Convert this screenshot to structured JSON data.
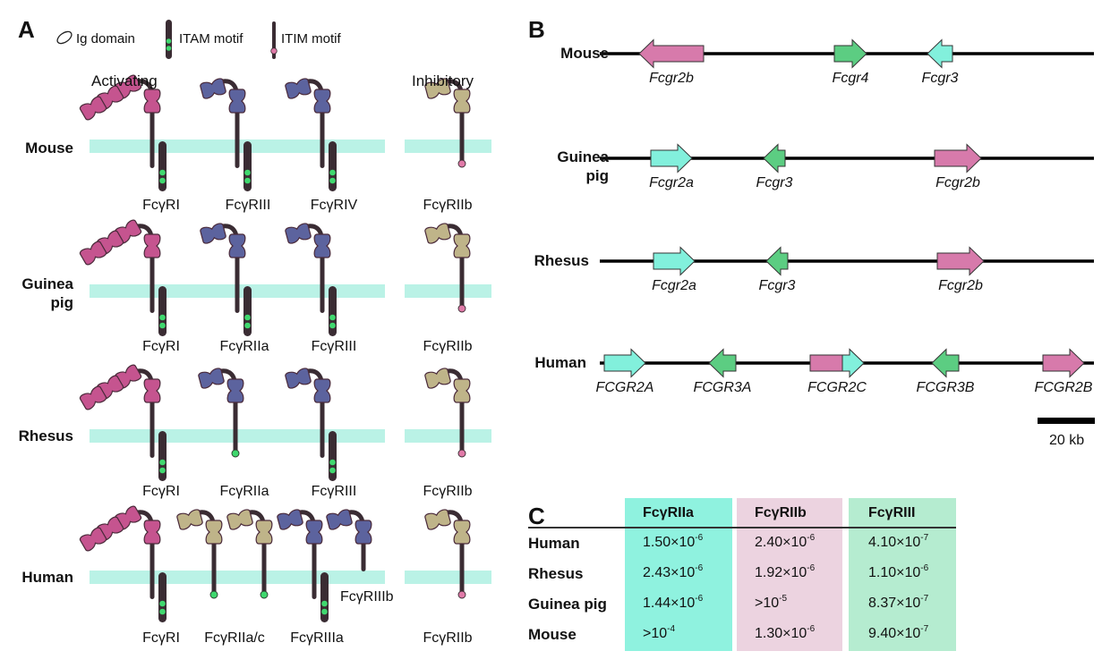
{
  "panelA": {
    "letter": "A",
    "legend": {
      "ig": "Ig domain",
      "itam": "ITAM motif",
      "itim": "ITIM motif"
    },
    "groups": {
      "activating": "Activating",
      "inhibitory": "Inhibitory"
    },
    "species": [
      {
        "name": "Mouse",
        "receptors": [
          "FcγRI",
          "FcγRIII",
          "FcγRIV",
          "FcγRIIb"
        ]
      },
      {
        "name": "Guinea pig",
        "line1": "Guinea",
        "line2": "pig",
        "receptors": [
          "FcγRI",
          "FcγRIIa",
          "FcγRIII",
          "FcγRIIb"
        ]
      },
      {
        "name": "Rhesus",
        "receptors": [
          "FcγRI",
          "FcγRIIa",
          "FcγRIII",
          "FcγRIIb"
        ]
      },
      {
        "name": "Human",
        "receptors": [
          "FcγRI",
          "FcγRIIa/c",
          "FcγRIIIa",
          "FcγRIIb"
        ],
        "extra": "FcγRIIIb"
      }
    ],
    "colors": {
      "membrane": "#aef0e2",
      "fcgr1": "#c5548f",
      "blue": "#5c639e",
      "tan": "#bfb489",
      "stalk": "#3a2c33",
      "itam": "#3fd86e",
      "itim": "#e07aa8"
    }
  },
  "panelB": {
    "letter": "B",
    "loci": [
      {
        "species": "Mouse",
        "genes": [
          {
            "name": "Fcgr2b",
            "dir": "left",
            "color": "#d77aab"
          },
          {
            "name": "Fcgr4",
            "dir": "right",
            "color": "#5ccd82"
          },
          {
            "name": "Fcgr3",
            "dir": "left",
            "color": "#82f0dc"
          }
        ]
      },
      {
        "species": "Guinea pig",
        "line1": "Guinea",
        "line2": "pig",
        "genes": [
          {
            "name": "Fcgr2a",
            "dir": "right",
            "color": "#82f0dc"
          },
          {
            "name": "Fcgr3",
            "dir": "left",
            "color": "#5ccd82"
          },
          {
            "name": "Fcgr2b",
            "dir": "right",
            "color": "#d77aab"
          }
        ]
      },
      {
        "species": "Rhesus",
        "genes": [
          {
            "name": "Fcgr2a",
            "dir": "right",
            "color": "#82f0dc"
          },
          {
            "name": "Fcgr3",
            "dir": "left",
            "color": "#5ccd82"
          },
          {
            "name": "Fcgr2b",
            "dir": "right",
            "color": "#d77aab"
          }
        ]
      },
      {
        "species": "Human",
        "genes": [
          {
            "name": "FCGR2A",
            "dir": "right",
            "color": "#82f0dc"
          },
          {
            "name": "FCGR3A",
            "dir": "left",
            "color": "#5ccd82"
          },
          {
            "name": "FCGR2C",
            "dir": "right",
            "color": "#d77aab",
            "tip_color": "#82f0dc"
          },
          {
            "name": "FCGR3B",
            "dir": "left",
            "color": "#5ccd82"
          },
          {
            "name": "FCGR2B",
            "dir": "right",
            "color": "#d77aab"
          }
        ]
      }
    ],
    "scalebar": "20 kb"
  },
  "panelC": {
    "letter": "C",
    "columns": [
      {
        "label": "FcγRIIa",
        "color": "#8ff2df"
      },
      {
        "label": "FcγRIIb",
        "color": "#ecd3e0"
      },
      {
        "label": "FcγRIII",
        "color": "#b5ecd0"
      }
    ],
    "rows": [
      {
        "species": "Human",
        "values": [
          [
            "1.50×10",
            "-6"
          ],
          [
            "2.40×10",
            "-6"
          ],
          [
            "4.10×10",
            "-7"
          ]
        ]
      },
      {
        "species": "Rhesus",
        "values": [
          [
            "2.43×10",
            "-6"
          ],
          [
            "1.92×10",
            "-6"
          ],
          [
            "1.10×10",
            "-6"
          ]
        ]
      },
      {
        "species": "Guinea pig",
        "values": [
          [
            "1.44×10",
            "-6"
          ],
          [
            ">10",
            "-5"
          ],
          [
            "8.37×10",
            "-7"
          ]
        ]
      },
      {
        "species": "Mouse",
        "values": [
          [
            ">10",
            "-4"
          ],
          [
            "1.30×10",
            "-6"
          ],
          [
            "9.40×10",
            "-7"
          ]
        ]
      }
    ]
  }
}
